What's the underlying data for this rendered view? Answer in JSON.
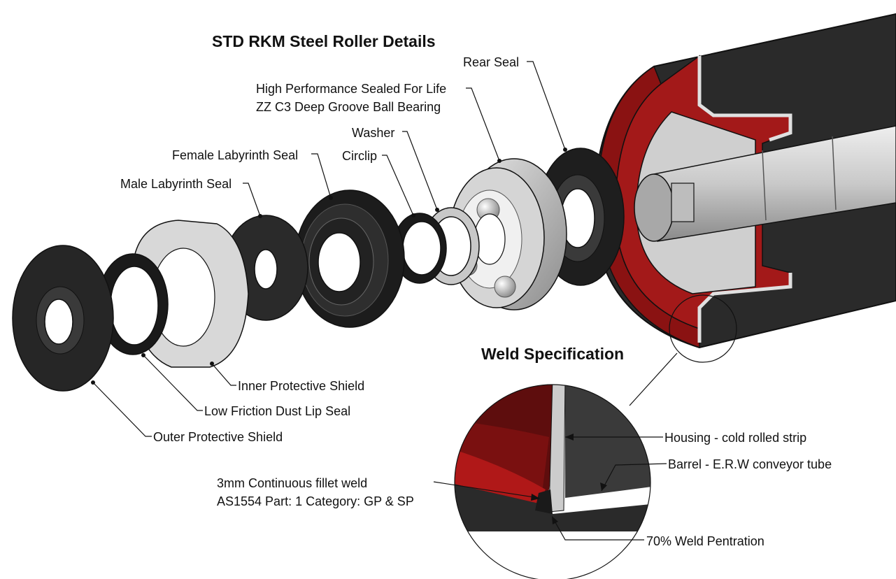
{
  "title": "STD RKM Steel Roller Details",
  "weld_title": "Weld Specification",
  "labels": {
    "rear_seal": "Rear Seal",
    "bearing_line1": "High Performance Sealed For Life",
    "bearing_line2": "ZZ C3 Deep Groove Ball Bearing",
    "washer": "Washer",
    "female_labyrinth": "Female Labyrinth Seal",
    "circlip": "Circlip",
    "male_labyrinth": "Male Labyrinth Seal",
    "inner_shield": "Inner Protective Shield",
    "dust_seal": "Low Friction Dust Lip Seal",
    "outer_shield": "Outer Protective Shield",
    "housing": "Housing - cold rolled strip",
    "barrel": "Barrel - E.R.W conveyor tube",
    "fillet_line1": "3mm Continuous fillet weld",
    "fillet_line2": "AS1554 Part: 1 Category: GP & SP",
    "penetration": "70% Weld Pentration"
  },
  "colors": {
    "rubber": "#2c2c2c",
    "steel": "#bdbdbd",
    "red": "#8a1212",
    "dark_red": "#5e0d0d"
  }
}
